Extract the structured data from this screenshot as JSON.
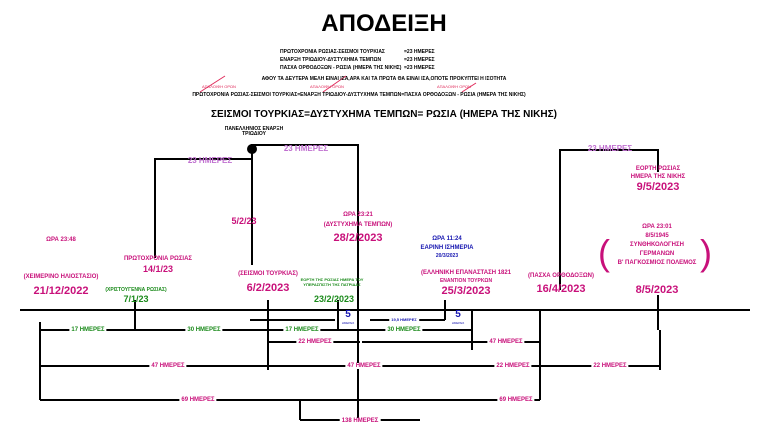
{
  "title": "ΑΠΟΔΕΙΞΗ",
  "equations": [
    {
      "label": "ΠΡΩΤΟΧΡΟΝΙΑ ΡΩΣΙΑΣ-ΣΕΙΣΜΟΙ ΤΟΥΡΚΙΑΣ",
      "value": "=23 ΗΜΕΡΕΣ"
    },
    {
      "label": "ΕΝΑΡΞΗ ΤΡΙΩΔΙΟΥ-ΔΥΣΤΥΧΗΜΑ ΤΕΜΠΩΝ",
      "value": "=23 ΗΜΕΡΕΣ"
    },
    {
      "label": "ΠΑΣΧΑ ΟΡΘΟΔΟΞΩΝ - ΡΩΣΙΑ (ΗΜΕΡΑ ΤΗΣ ΝΙΚΗΣ)",
      "value": "=23 ΗΜΕΡΕΣ"
    }
  ],
  "reasoning": "ΑΦΟΥ ΤΑ ΔΕΥΤΕΡΑ ΜΕΛΗ ΕΙΝΑΙ ΙΣΑ,ΑΡΑ ΚΑΙ ΤΑ ΠΡΩΤΑ ΘΑ ΕΙΝΑΙ ΙΣΑ,ΟΠΟΤΕ ΠΡΟΚΥΠΤΕΙ Η ΙΣΟΤΗΤΑ",
  "equality_line": "ΠΡΩΤΟΧΡΟΝΙΑ ΡΩΣΙΑΣ-ΣΕΙΣΜΟΙ ΤΟΥΡΚΙΑΣ=ΕΝΑΡΞΗ ΤΡΙΩΔΙΟΥ-ΔΥΣΤΥΧΗΜΑ ΤΕΜΠΩΝ=ΠΑΣΧΑ ΟΡΘΟΔΟΞΩΝ - ΡΩΣΙΑ (ΗΜΕΡΑ ΤΗΣ ΝΙΚΗΣ)",
  "strike_note": "ΑΠΑΛΟΙΦΗ ΟΡΩΝ",
  "conclusion": "ΣΕΙΣΜΟΙ ΤΟΥΡΚΙΑΣ=ΔΥΣΤΥΧΗΜΑ ΤΕΜΠΩΝ= ΡΩΣΙΑ (ΗΜΕΡΑ ΤΗΣ ΝΙΚΗΣ)",
  "events": {
    "solstice_time": "ΩΡΑ 23:48",
    "solstice_label": "(ΧΕΙΜΕΡΙΝΟ ΗΛΙΟΣΤΑΣΙΟ)",
    "solstice_date": "21/12/2022",
    "ru_christmas_label": "(ΧΡΙΣΤΟΥΓΕΝΝΑ ΡΩΣΙΑΣ)",
    "ru_christmas_date": "7/1/23",
    "ru_newyear_label": "ΠΡΩΤΟΧΡΟΝΙΑ ΡΩΣΙΑΣ",
    "ru_newyear_date": "14/1/23",
    "triodion_label": "ΠΑΝΕΛΛΗΝΙΟΣ ΕΝΑΡΞΗ ΤΡΙΩΔΙΟΥ",
    "triodion_date": "5/2/23",
    "quake_label": "(ΣΕΙΣΜΟΙ ΤΟΥΡΚΙΑΣ)",
    "quake_date": "6/2/2023",
    "fatherland_label": "ΕΟΡΤΗ ΤΗΣ ΡΩΣΙΑΣ ΗΜΕΡΑ ΤΟΥ ΥΠΕΡΑΣΠΙΣΤΗ ΤΗΣ ΠΑΤΡΙΔΑΣ",
    "fatherland_date": "23/2/2023",
    "tempi_time": "ΩΡΑ 23:21",
    "tempi_label": "(ΔΥΣΤΥΧΗΜΑ ΤΕΜΠΩΝ)",
    "tempi_date": "28/2/2023",
    "equinox_time": "ΩΡΑ 11:24",
    "equinox_label": "ΕΑΡΙΝΗ ΙΣΗΜΕΡΙΑ",
    "equinox_date": "20/3/2023",
    "revolution_label": "(ΕΛΛΗΝΙΚΗ ΕΠΑΝΑΣΤΑΣΗ 1821",
    "revolution_sub": "ΕΝΑΝΤΙΟΝ ΤΟΥΡΚΩΝ",
    "revolution_date": "25/3/2023",
    "easter_label": "(ΠΑΣΧΑ ΟΡΘΟΔΟΞΩΝ)",
    "easter_date": "16/4/2023",
    "victory_label": "ΕΟΡΤΗ ΡΩΣΙΑΣ",
    "victory_sub": "ΗΜΕΡΑ ΤΗΣ ΝΙΚΗΣ",
    "victory_date": "9/5/2023",
    "surrender_time": "ΩΡΑ 23:01",
    "surrender_date_small": "8/5/1945",
    "surrender_l1": "ΣΥΝΘΗΚΟΛΟΓΗΣΗ",
    "surrender_l2": "ΓΕΡΜΑΝΩΝ",
    "surrender_l3": "Β' ΠΑΓΚΟΣΜΙΟΣ ΠΟΛΕΜΟΣ",
    "surrender_date": "8/5/2023"
  },
  "intervals": {
    "top_a": "23 ΗΜΕΡΕΣ",
    "top_b": "23 ΗΜΕΡΕΣ",
    "top_c": "23 ΗΜΕΡΕΣ",
    "d17a": "17 ΗΜΕΡΕΣ",
    "d30a": "30 ΗΜΕΡΕΣ",
    "d17b": "17 ΗΜΕΡΕΣ",
    "d5a": "5",
    "d5a_sub": "ΗΜΕΡΕΣ",
    "d195": "19,5 ΗΜΕΡΕΣ",
    "d5b": "5",
    "d5b_sub": "ΗΜΕΡΕΣ",
    "d22a": "22 ΗΜΕΡΕΣ",
    "d30b": "30 ΗΜΕΡΕΣ",
    "d47a": "47 ΗΜΕΡΕΣ",
    "d47b": "47 ΗΜΕΡΕΣ",
    "d47c": "47 ΗΜΕΡΕΣ",
    "d22b": "22 ΗΜΕΡΕΣ",
    "d22c": "22 ΗΜΕΡΕΣ",
    "d69a": "69 ΗΜΕΡΕΣ",
    "d69b": "69 ΗΜΕΡΕΣ",
    "d138": "138 ΗΜΕΡΕΣ"
  },
  "colors": {
    "purple": "#c070d0",
    "magenta": "#c8107a",
    "green": "#1a8a1a",
    "blue": "#1515b0"
  }
}
